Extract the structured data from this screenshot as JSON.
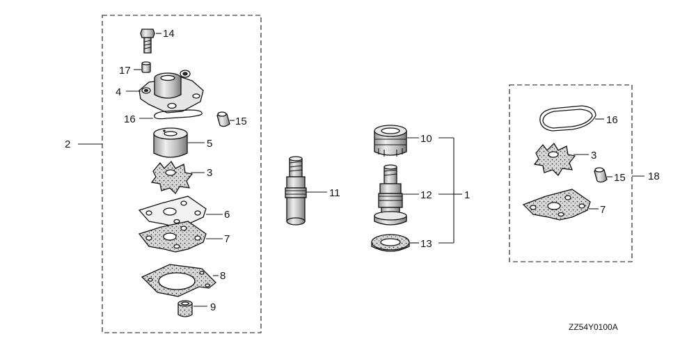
{
  "callouts": {
    "n1": "1",
    "n2": "2",
    "n3a": "3",
    "n3b": "3",
    "n4": "4",
    "n5": "5",
    "n6": "6",
    "n7a": "7",
    "n7b": "7",
    "n8": "8",
    "n9": "9",
    "n10": "10",
    "n11": "11",
    "n12": "12",
    "n13": "13",
    "n14": "14",
    "n15a": "15",
    "n15b": "15",
    "n16a": "16",
    "n16b": "16",
    "n17": "17",
    "n18": "18"
  },
  "diagram_code": "ZZ54Y0100A"
}
